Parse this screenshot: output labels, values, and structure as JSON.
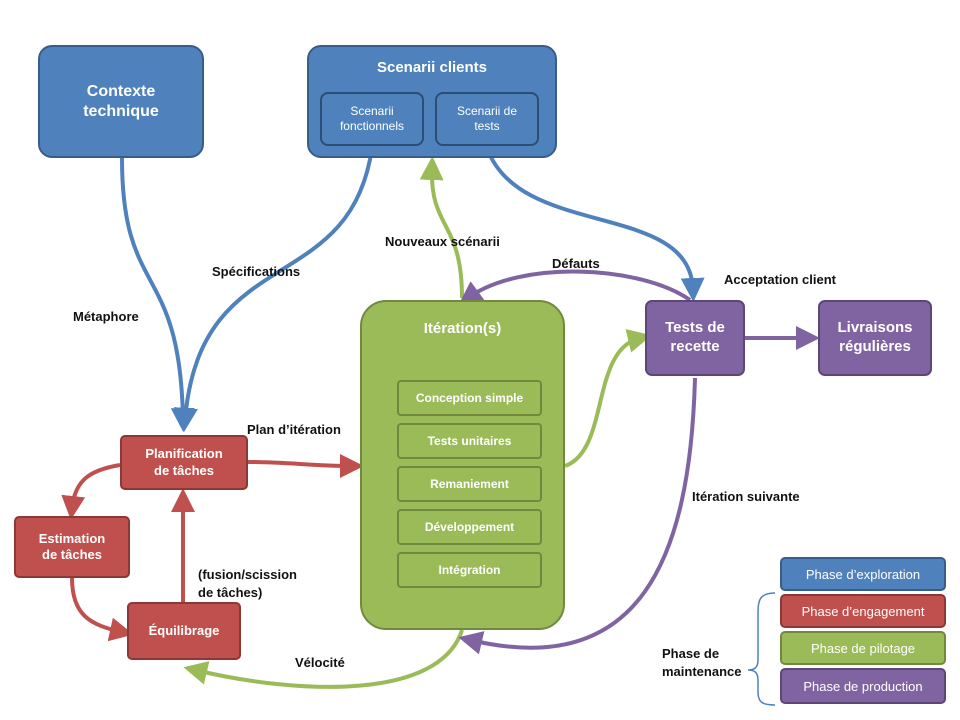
{
  "boxes": {
    "contexte": "Contexte\ntechnique",
    "scenarii_clients": "Scenarii clients",
    "scenarii_fonctionnels": "Scenarii\nfonctionnels",
    "scenarii_tests": "Scenarii de\ntests",
    "iteration": "Itération(s)",
    "tests_recette": "Tests de\nrecette",
    "livraisons": "Livraisons\nrégulières",
    "planification": "Planification\nde tâches",
    "estimation": "Estimation\nde tâches",
    "equilibrage": "Équilibrage"
  },
  "iteration_steps": [
    "Conception simple",
    "Tests unitaires",
    "Remaniement",
    "Développement",
    "Intégration"
  ],
  "labels": {
    "metaphore": "Métaphore",
    "specifications": "Spécifications",
    "nouveaux_scenarii": "Nouveaux  scénarii",
    "defauts": "Défauts",
    "acceptation_client": "Acceptation client",
    "plan_iteration": "Plan d’itération",
    "iteration_suivante": "Itération suivante",
    "fusion_scission": "(fusion/scission\nde tâches)",
    "velocite": "Vélocité",
    "phase_maintenance": "Phase de\nmaintenance"
  },
  "legend": [
    {
      "label": "Phase d’exploration",
      "color": "#4f81bd"
    },
    {
      "label": "Phase d’engagement",
      "color": "#c0504d"
    },
    {
      "label": "Phase de pilotage",
      "color": "#9bbb59"
    },
    {
      "label": "Phase de production",
      "color": "#8064a2"
    }
  ],
  "colors": {
    "exploration": "#4f81bd",
    "engagement": "#c0504d",
    "pilotage": "#9bbb59",
    "production": "#8064a2"
  }
}
